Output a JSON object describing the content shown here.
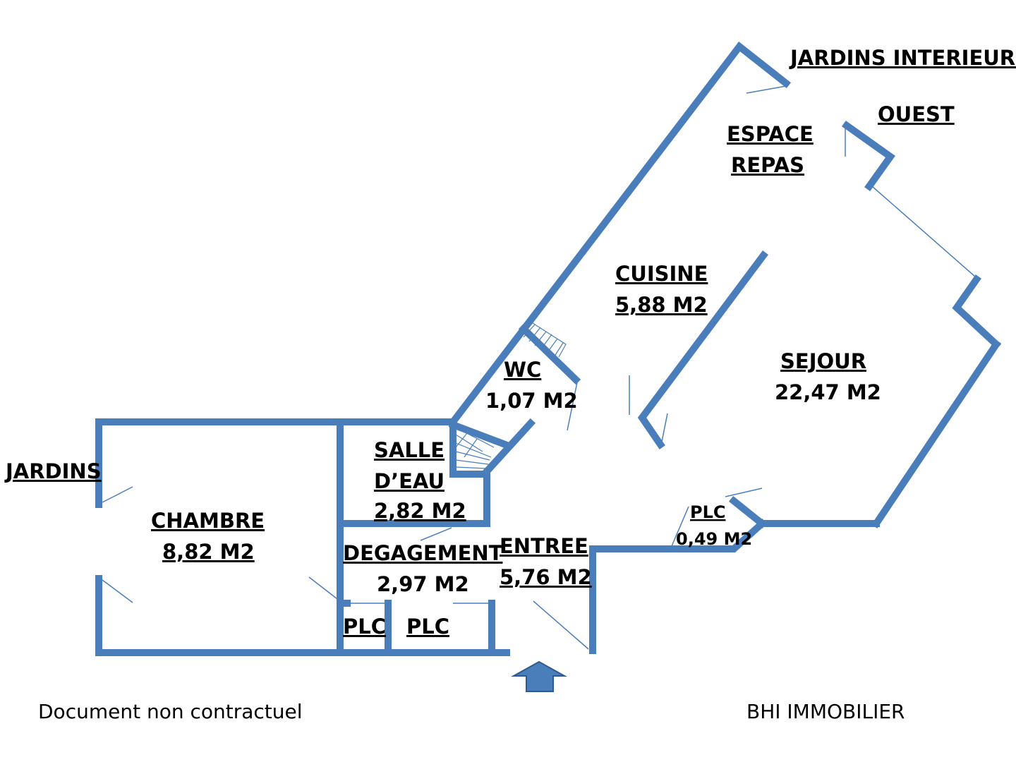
{
  "orientation": {
    "jardins_interieurs": "JARDINS INTERIEURS",
    "ouest": "OUEST",
    "jardins": "JARDINS"
  },
  "rooms": {
    "espace_repas": {
      "line1": "ESPACE",
      "line2": "REPAS"
    },
    "cuisine": {
      "name": "CUISINE",
      "area": "5,88 M2"
    },
    "sejour": {
      "name": "SEJOUR",
      "area": "22,47 M2"
    },
    "wc": {
      "name": "WC",
      "area": "1,07 M2"
    },
    "salle_deau": {
      "line1": "SALLE",
      "line2": "D’EAU",
      "area": "2,82 M2"
    },
    "chambre": {
      "name": "CHAMBRE",
      "area": "8,82 M2"
    },
    "degagement": {
      "name": "DEGAGEMENT",
      "area": "2,97 M2"
    },
    "entree": {
      "name": "ENTREE",
      "area": "5,76 M2"
    },
    "plc_small": {
      "name": "PLC",
      "area": "0,49 M2"
    },
    "plc_1": {
      "name": "PLC"
    },
    "plc_2": {
      "name": "PLC"
    }
  },
  "footer": {
    "disclaimer": "Document non contractuel",
    "agency": "BHI IMMOBILIER"
  },
  "colors": {
    "wall": "#4a7ebb",
    "text": "#000000"
  }
}
